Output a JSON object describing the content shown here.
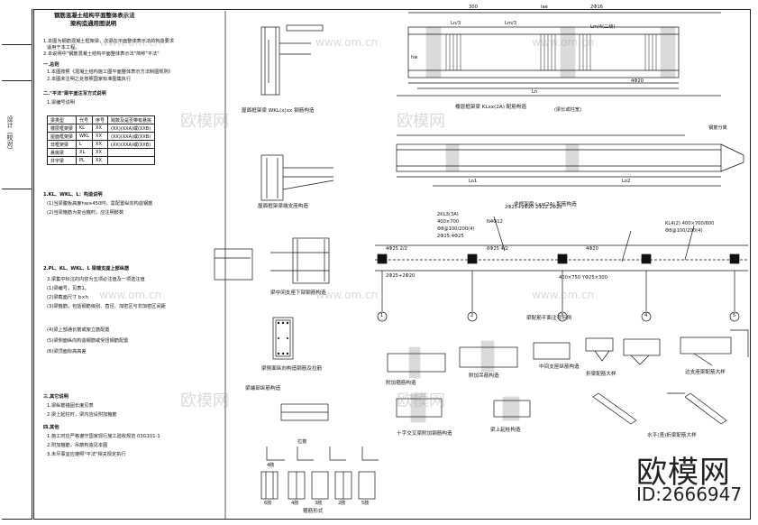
{
  "header": {
    "title_line1": "钢筋混凝土结构平面整体表示法",
    "title_line2": "梁构造通用图说明"
  },
  "sidebar": {
    "label": "设计（校对）"
  },
  "notes": {
    "n1": "1.本图为钢筋混凝土框架梁、次梁在平面整体表示法的构造要求",
    "n2": "适用于本工程。",
    "n3": "2.本说明中\"钢筋混凝土结构平面整体表示法\"简称\"平法\"",
    "n4": "一.总则",
    "n5": "1.本图按照《混凝土结构施工图平面整体表示方法制图规则》",
    "n6": "2.本图未注明之处按照国家标准图集执行",
    "n7": "二.\"平法\"梁平面注写方式说明",
    "n8": "1.梁编号说明",
    "n9": "1.KL、WKL、L：构造说明",
    "n10": "(1)当梁腹板高度hw≥450时，需配置纵向构造钢筋",
    "n11": "(2)当梁箍筋为复合箍时，应注明肢数",
    "n12": "2.PL、KL、WKL、L 梁端支座上部纵筋",
    "n13": "3.梁集中标注的内容为五项必注值及一项选注值",
    "n14": "(1)梁编号，见表1。",
    "n15": "(2)梁截面尺寸 b×h",
    "n16": "(3)梁箍筋，包括钢筋级别、直径、加密区与非加密区间距",
    "n17": "(4)梁上部通长筋或架立筋配置",
    "n18": "(5)梁侧面纵向构造钢筋或受扭钢筋配置",
    "n19": "(6)梁顶面标高高差",
    "n20": "三.其它说明",
    "n21": "1.梁纵筋锚固长度见表",
    "n22": "2.梁上起柱时，梁内应设附加箍筋",
    "n23": "四.其他",
    "n24": "1.施工时应严格遵守国家现行施工验收规范 03G101-1",
    "n25": "2.附加箍筋，吊筋构造见本图",
    "n26": "3.未尽事宜应遵照\"平法\"相关规定执行"
  },
  "table": {
    "rows": [
      [
        "梁类型",
        "代号",
        "序号",
        "跨数及是否带有悬挑"
      ],
      [
        "楼层框架梁",
        "KL",
        "XX",
        "(XX)(XXA)或(XXB)"
      ],
      [
        "屋面框架梁",
        "WKL",
        "XX",
        "(XX)(XXA)或(XXB)"
      ],
      [
        "非框架梁",
        "L",
        "XX",
        "(XX)(XXA)或(XXB)"
      ],
      [
        "悬挑梁",
        "XL",
        "XX",
        ""
      ],
      [
        "井字梁",
        "PL",
        "XX",
        ""
      ]
    ]
  },
  "details": {
    "d1": "屋面框架梁 WKL(x)xx 钢筋构造",
    "d2": "屋面框架梁端支座构造",
    "d3": "梁侧面纵向构造钢筋及拉筋",
    "d4": "梁中间支座下部钢筋构造",
    "d5": "梁端部纵筋构造",
    "d6": "楼层框架梁 KLxx(2A) 配筋构造",
    "d7": "非框架梁 Lxx(2A) 配筋构造",
    "d8": "梁配筋平面注写示例",
    "d9": "附加箍筋构造",
    "d10": "附加吊筋构造",
    "d11": "十字交叉梁附加钢筋构造",
    "d12": "梁上起柱构造",
    "d13": "折梁配筋大样",
    "d14": "水平(竖)折梁配筋大样",
    "d15": "中间支座纵筋构造",
    "d16": "边支座梁配筋大样",
    "d17": "箍筋形式"
  },
  "beam_labels": {
    "b1": "2KL3(3A)",
    "b2": "400×700",
    "b3": "Φ8@100/200(4)",
    "b4": "2Φ25;4Φ25",
    "b5": "N4Φ12",
    "b6": "4Φ25 2/2",
    "b7": "6Φ25 4/2",
    "b8": "4Φ20",
    "b9": "KL4(2) 400×700/600",
    "b10": "Φ8@100/200(4)",
    "b11": "400×750 YΦ25×300",
    "b12": "Ln/3",
    "b13": "Lm/3",
    "b14": "Lm/4(二级)",
    "b15": "lae",
    "b16": "300",
    "b17": "2Φ16",
    "b18": "4Φ20",
    "b19": "hw",
    "b20": "Ln",
    "b21": "(梁长或柱宽)",
    "b22": "钢筋分离",
    "b23": "Lo1",
    "b24": "Lo2",
    "b25": "2Φ25+2Φ20 2Φ22 2Φ20",
    "b26": "2Φ25+2Φ20"
  },
  "grid_labels": [
    "1",
    "2",
    "3",
    "4",
    "5"
  ],
  "small_details": {
    "s1": "6肢",
    "s2": "4肢",
    "s3": "3肢",
    "s4": "2肢",
    "s5": "5肢",
    "s6": "4肢",
    "s7": "拉筋"
  },
  "watermark": {
    "site": "www.om.cn",
    "brand": "欧模网",
    "image_id": "ID:2666947"
  }
}
